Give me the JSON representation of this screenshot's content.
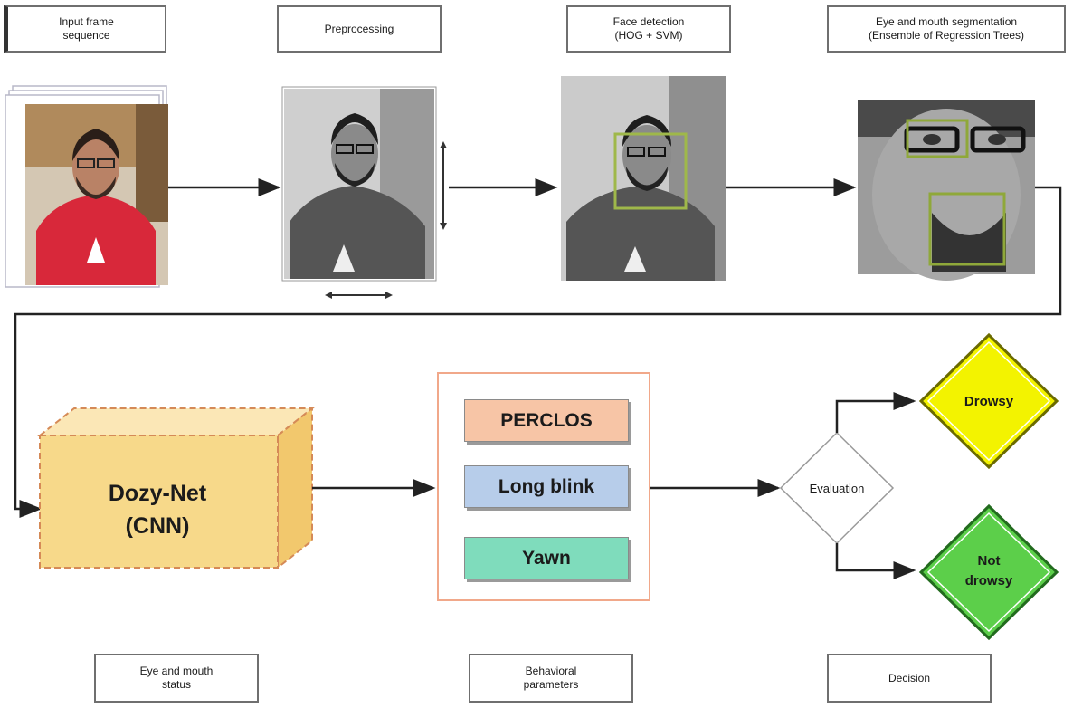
{
  "pipeline": {
    "input_label": "Input frame\nsequence",
    "preprocessing_label": "Preprocessing",
    "face_detection_label": "Face detection\n(HOG + SVM)",
    "segmentation_label": "Eye and mouth segmentation\n(Ensemble of Regression Trees)"
  },
  "cnn": {
    "title": "Dozy-Net\n(CNN)",
    "caption": "Eye and mouth\nstatus",
    "color": "#f7d98a"
  },
  "parameters": {
    "caption": "Behavioral\nparameters",
    "items": [
      {
        "label": "PERCLOS",
        "color": "#f7c5a6"
      },
      {
        "label": "Long blink",
        "color": "#b7cdea"
      },
      {
        "label": "Yawn",
        "color": "#7fdcbc"
      }
    ]
  },
  "decision": {
    "evaluation_label": "Evaluation",
    "drowsy_label": "Drowsy",
    "drowsy_color": "#f3f300",
    "not_drowsy_label": "Not\ndrowsy",
    "not_drowsy_color": "#5ccf4a",
    "caption": "Decision"
  }
}
